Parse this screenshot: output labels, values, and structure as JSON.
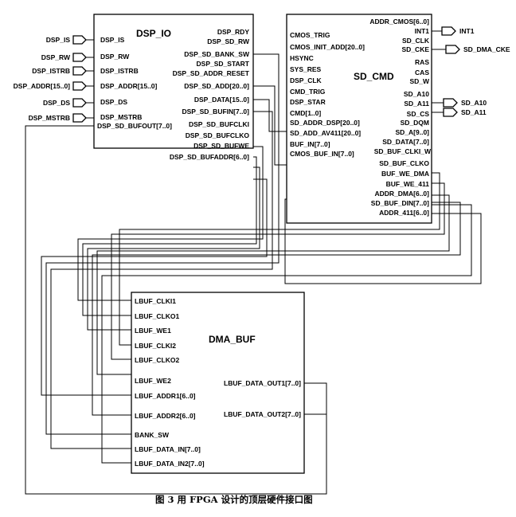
{
  "caption": "图 3  用 FPGA 设计的顶层硬件接口图",
  "blocks": {
    "dsp_io": {
      "title": "DSP_IO",
      "left_pins": [
        "DSP_IS",
        "DSP_RW",
        "DSP_ISTRB",
        "DSP_ADDR[15..0]",
        "DSP_DS",
        "DSP_MSTRB",
        "DSP_SD_BUFOUT[7..0]"
      ],
      "right_pins": [
        "DSP_RDY",
        "DSP_SD_RW",
        "DSP_SD_BANK_SW",
        "DSP_SD_START",
        "DSP_SD_ADDR_RESET",
        "DSP_SD_ADD[20..0]",
        "DSP_DATA[15..0]",
        "DSP_SD_BUFIN[7..0]",
        "DSP_SD_BUFCLKI",
        "DSP_SD_BUFCLKO",
        "DSP_SD_BUFWE",
        "DSP_SD_BUFADDR[6..0]"
      ]
    },
    "sd_cmd": {
      "title": "SD_CMD",
      "left_pins": [
        "CMOS_TRIG",
        "CMOS_INIT_ADD[20..0]",
        "HSYNC",
        "SYS_RES",
        "DSP_CLK",
        "CMD_TRIG",
        "DSP_STAR",
        "CMD[1..0]",
        "SD_ADDR_DSP[20..0]",
        "SD_ADD_AV411[20..0]",
        "BUF_IN[7..0]",
        "CMOS_BUF_IN[7..0]"
      ],
      "right_pins": [
        "ADDR_CMOS[6..0]",
        "INT1",
        "SD_CLK",
        "SD_CKE",
        "RAS",
        "CAS",
        "SD_W",
        "SD_A10",
        "SD_A11",
        "SD_CS",
        "SD_DQM",
        "SD_A[9..0]",
        "SD_DATA[7..0]",
        "SD_BUF_CLKI_W",
        "SD_BUF_CLKO",
        "BUF_WE_DMA",
        "BUF_WE_411",
        "ADDR_DMA[6..0]",
        "SD_BUF_DIN[7..0]",
        "ADDR_411[6..0]"
      ]
    },
    "dma_buf": {
      "title": "DMA_BUF",
      "left_pins": [
        "LBUF_CLKI1",
        "LBUF_CLKO1",
        "LBUF_WE1",
        "LBUF_CLKI2",
        "LBUF_CLKO2",
        "LBUF_WE2",
        "LBUF_ADDR1[6..0]",
        "LBUF_ADDR2[6..0]",
        "BANK_SW",
        "LBUF_DATA_IN[7..0]",
        "LBUF_DATA_IN2[7..0]"
      ],
      "right_pins": [
        "LBUF_DATA_OUT1[7..0]",
        "LBUF_DATA_OUT2[7..0]"
      ]
    }
  },
  "input_ports": [
    "DSP_IS",
    "DSP_RW",
    "DSP_ISTRB",
    "DSP_ADDR[15..0]",
    "DSP_DS",
    "DSP_MSTRB"
  ],
  "output_ports": [
    "INT1",
    "SD_DMA_CKE",
    "SD_A10",
    "SD_A11"
  ]
}
